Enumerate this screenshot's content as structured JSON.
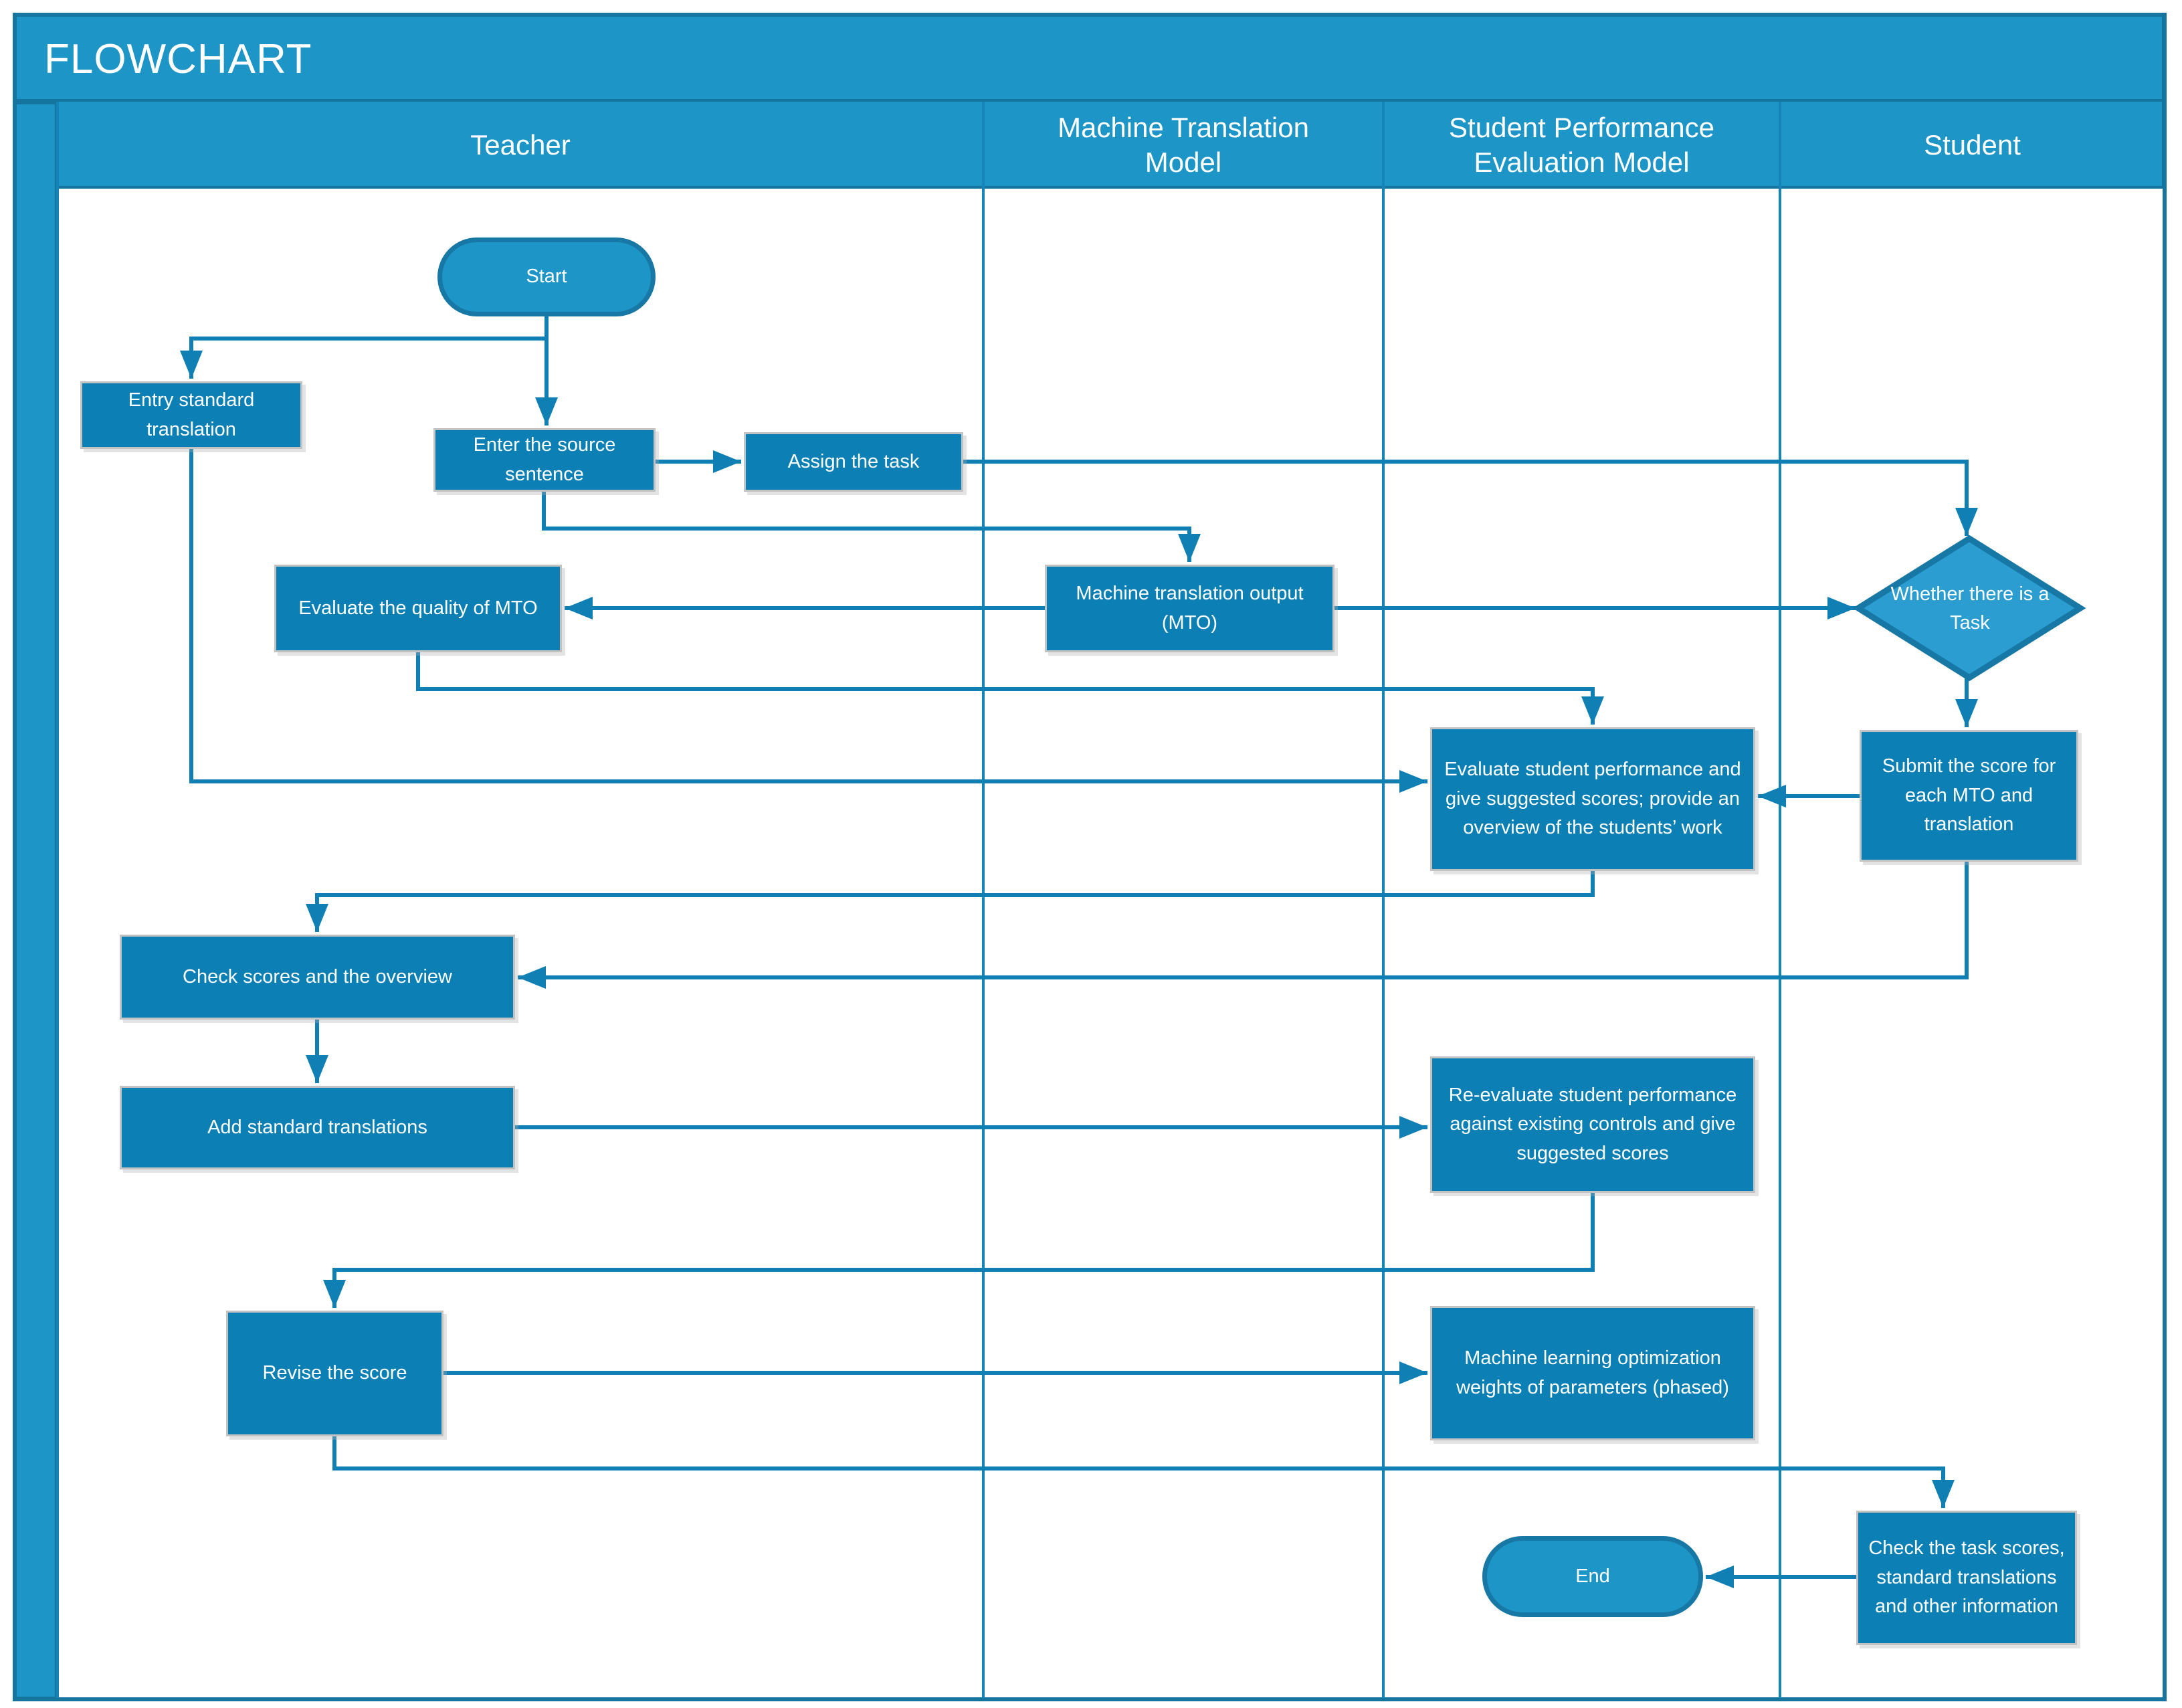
{
  "title": "FLOWCHART",
  "colors": {
    "band_blue": "#1E95C7",
    "process_fill": "#0C80B5",
    "process_border": "#C3C3C3",
    "terminator_fill": "#1E95C7",
    "diamond_fill": "#2B9DD1",
    "shape_border_blue": "#1878A5",
    "connector_blue": "#0F7FB4",
    "divider_blue": "#15759F",
    "text_white": "#FFFFFF"
  },
  "lanes": [
    {
      "label": "Teacher"
    },
    {
      "label": "Machine Translation Model"
    },
    {
      "label": "Student Performance Evaluation Model"
    },
    {
      "label": "Student"
    }
  ],
  "nodes": {
    "start": {
      "label": "Start",
      "type": "terminator",
      "lane": "Teacher"
    },
    "entry_standard_translation": {
      "label": "Entry standard translation",
      "type": "process",
      "lane": "Teacher"
    },
    "enter_source_sentence": {
      "label": "Enter the source sentence",
      "type": "process",
      "lane": "Teacher"
    },
    "assign_the_task": {
      "label": "Assign the task",
      "type": "process",
      "lane": "Teacher"
    },
    "evaluate_quality_of_mto": {
      "label": "Evaluate the quality of MTO",
      "type": "process",
      "lane": "Teacher"
    },
    "machine_translation_output": {
      "label": "Machine translation output (MTO)",
      "type": "process",
      "lane": "Machine Translation Model"
    },
    "whether_there_is_a_task": {
      "label": "Whether there is a Task",
      "type": "decision",
      "lane": "Student"
    },
    "submit_the_score": {
      "label": "Submit the score for each MTO and translation",
      "type": "process",
      "lane": "Student"
    },
    "evaluate_student_performance": {
      "label": "Evaluate student performance and give suggested scores; provide an overview of the students’ work",
      "type": "process",
      "lane": "Student Performance Evaluation Model"
    },
    "check_scores_and_overview": {
      "label": "Check scores and the overview",
      "type": "process",
      "lane": "Teacher"
    },
    "add_standard_translations": {
      "label": "Add standard translations",
      "type": "process",
      "lane": "Teacher"
    },
    "re_evaluate_student_performance": {
      "label": "Re-evaluate student performance against existing controls and give suggested scores",
      "type": "process",
      "lane": "Student Performance Evaluation Model"
    },
    "revise_the_score": {
      "label": "Revise the  score",
      "type": "process",
      "lane": "Teacher"
    },
    "machine_learning_optimization": {
      "label": "Machine learning optimization weights of parameters (phased)",
      "type": "process",
      "lane": "Student Performance Evaluation Model"
    },
    "check_task_scores": {
      "label": "Check the task scores, standard translations and other information",
      "type": "process",
      "lane": "Student"
    },
    "end": {
      "label": "End",
      "type": "terminator",
      "lane": "Student Performance Evaluation Model"
    }
  },
  "edges": [
    {
      "from": "start",
      "to": "entry_standard_translation"
    },
    {
      "from": "start",
      "to": "enter_source_sentence"
    },
    {
      "from": "enter_source_sentence",
      "to": "assign_the_task"
    },
    {
      "from": "assign_the_task",
      "to": "whether_there_is_a_task"
    },
    {
      "from": "enter_source_sentence",
      "to": "machine_translation_output"
    },
    {
      "from": "machine_translation_output",
      "to": "evaluate_quality_of_mto"
    },
    {
      "from": "machine_translation_output",
      "to": "whether_there_is_a_task"
    },
    {
      "from": "whether_there_is_a_task",
      "to": "submit_the_score"
    },
    {
      "from": "evaluate_quality_of_mto",
      "to": "evaluate_student_performance"
    },
    {
      "from": "entry_standard_translation",
      "to": "evaluate_student_performance"
    },
    {
      "from": "submit_the_score",
      "to": "evaluate_student_performance"
    },
    {
      "from": "evaluate_student_performance",
      "to": "check_scores_and_overview"
    },
    {
      "from": "submit_the_score",
      "to": "check_scores_and_overview"
    },
    {
      "from": "check_scores_and_overview",
      "to": "add_standard_translations"
    },
    {
      "from": "add_standard_translations",
      "to": "re_evaluate_student_performance"
    },
    {
      "from": "re_evaluate_student_performance",
      "to": "revise_the_score"
    },
    {
      "from": "revise_the_score",
      "to": "machine_learning_optimization"
    },
    {
      "from": "revise_the_score",
      "to": "check_task_scores"
    },
    {
      "from": "check_task_scores",
      "to": "end"
    }
  ]
}
